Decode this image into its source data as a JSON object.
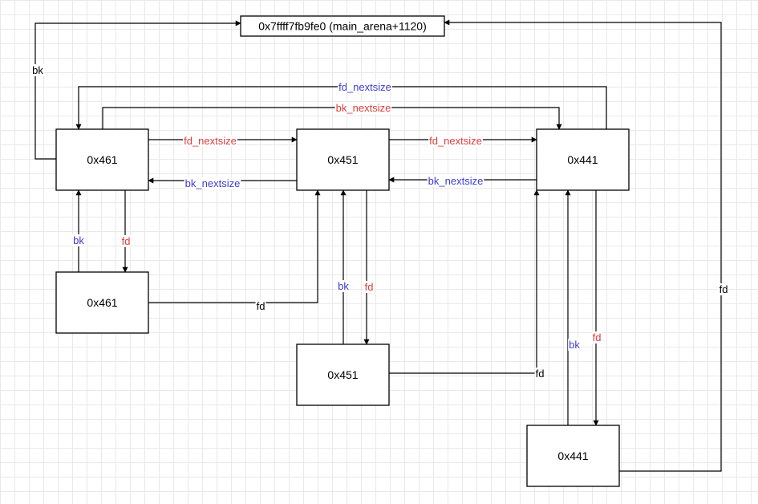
{
  "colors": {
    "fd": "#e03c3c",
    "bk": "#3c3cd6",
    "line": "#000000",
    "plain": "#000000"
  },
  "nodes": {
    "arena": "0x7ffff7fb9fe0 (main_arena+1120)",
    "n461a": "0x461",
    "n451a": "0x451",
    "n441a": "0x441",
    "n461b": "0x461",
    "n451b": "0x451",
    "n441b": "0x441"
  },
  "edges": [
    {
      "id": "bk-461a-arena",
      "label": "bk",
      "kind": "plain"
    },
    {
      "id": "fdns-441a-461a",
      "label": "fd_nextsize",
      "kind": "bk"
    },
    {
      "id": "bkns-461a-441a",
      "label": "bk_nextsize",
      "kind": "fd"
    },
    {
      "id": "fdns-461a-451a",
      "label": "fd_nextsize",
      "kind": "fd"
    },
    {
      "id": "fdns-451a-441a",
      "label": "fd_nextsize",
      "kind": "fd"
    },
    {
      "id": "bkns-451a-461a",
      "label": "bk_nextsize",
      "kind": "bk"
    },
    {
      "id": "bkns-441a-451a",
      "label": "bk_nextsize",
      "kind": "bk"
    },
    {
      "id": "bk-461b-461a",
      "label": "bk",
      "kind": "bk"
    },
    {
      "id": "fd-461a-461b",
      "label": "fd",
      "kind": "fd"
    },
    {
      "id": "fd-461b-451a",
      "label": "fd",
      "kind": "plain"
    },
    {
      "id": "bk-451b-451a",
      "label": "bk",
      "kind": "bk"
    },
    {
      "id": "fd-451a-451b",
      "label": "fd",
      "kind": "fd"
    },
    {
      "id": "fd-451b-441a",
      "label": "fd",
      "kind": "plain"
    },
    {
      "id": "bk-441b-441a",
      "label": "bk",
      "kind": "bk"
    },
    {
      "id": "fd-441a-441b",
      "label": "fd",
      "kind": "fd"
    },
    {
      "id": "fd-441b-arena",
      "label": "fd",
      "kind": "plain"
    }
  ]
}
